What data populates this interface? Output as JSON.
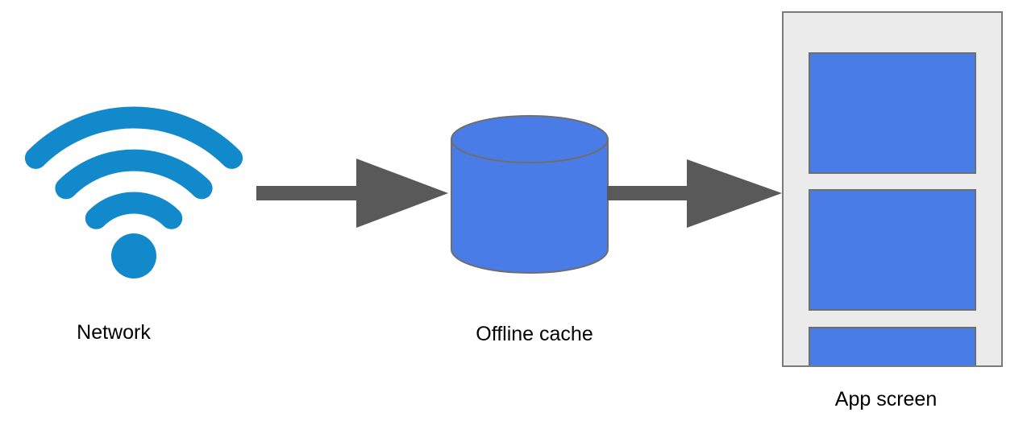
{
  "diagram": {
    "nodes": [
      {
        "id": "network",
        "label": "Network",
        "icon": "wifi-icon"
      },
      {
        "id": "offline-cache",
        "label": "Offline cache",
        "icon": "database-cylinder-icon"
      },
      {
        "id": "app-screen",
        "label": "App screen",
        "icon": "app-screen-mockup"
      }
    ],
    "connectors": [
      {
        "from": "network",
        "to": "offline-cache",
        "type": "arrow-right"
      },
      {
        "from": "offline-cache",
        "to": "app-screen",
        "type": "arrow-right"
      }
    ],
    "app_screen": {
      "content_blocks": 3
    },
    "colors": {
      "wifi_blue": "#1289cb",
      "shape_blue": "#4a7ce8",
      "shape_stroke": "#6e6e6e",
      "arrow_gray": "#595959",
      "screen_bg": "#ebebeb",
      "screen_border": "#7a7a7a",
      "label_color": "#000000",
      "canvas_bg": "#ffffff"
    }
  }
}
